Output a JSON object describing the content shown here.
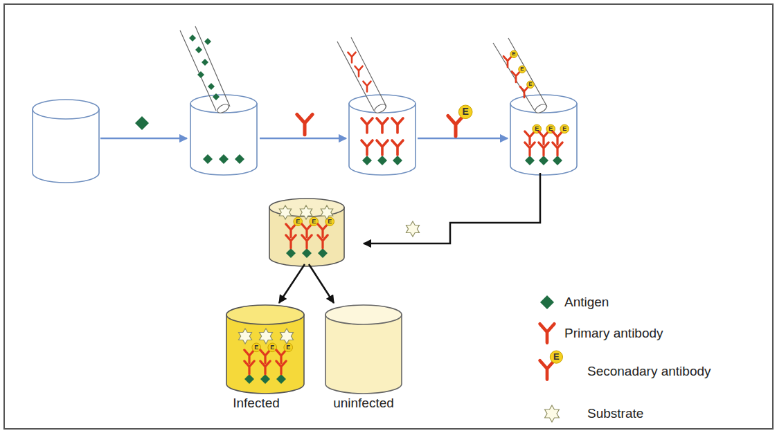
{
  "diagram": {
    "labels": [
      "E",
      "E",
      "E",
      "E",
      "E",
      "E",
      "E",
      "E",
      "E",
      "E",
      "E",
      "E",
      "E",
      "E",
      "Infected",
      "uninfected"
    ],
    "legend": [
      {
        "text": "Antigen"
      },
      {
        "text": "Primary antibody"
      },
      {
        "text": "Seconadary antibody"
      },
      {
        "text": "Substrate"
      }
    ]
  }
}
